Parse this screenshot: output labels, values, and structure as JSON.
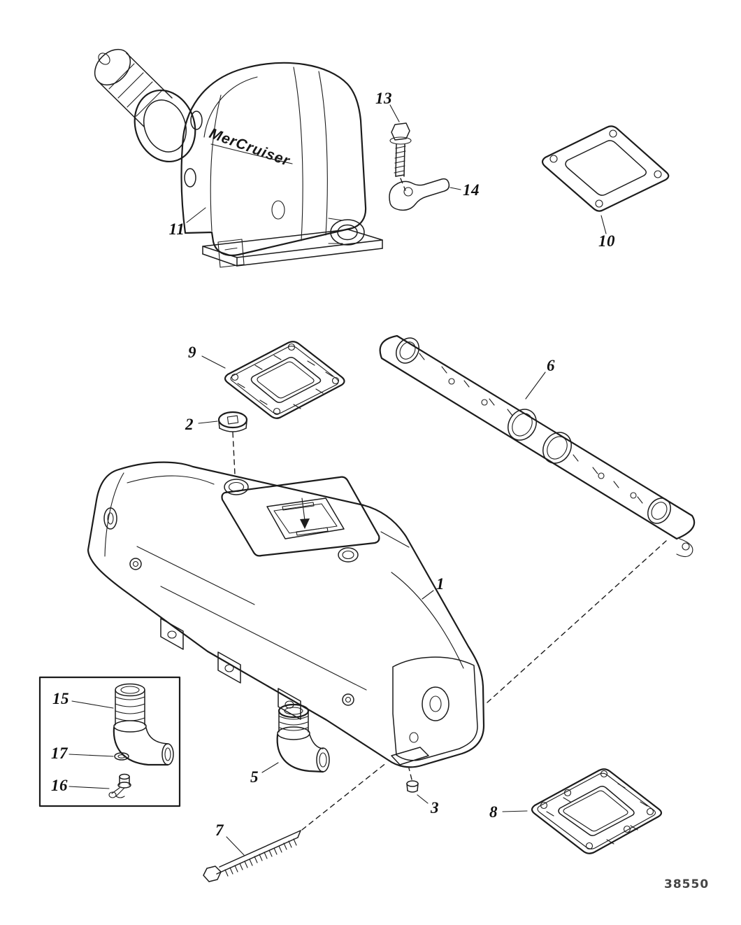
{
  "drawing_number": "38550",
  "logo_text": "MerCruiser",
  "callouts": [
    {
      "id": "13",
      "label": "13"
    },
    {
      "id": "14",
      "label": "14"
    },
    {
      "id": "10",
      "label": "10"
    },
    {
      "id": "11",
      "label": "11"
    },
    {
      "id": "9",
      "label": "9"
    },
    {
      "id": "2",
      "label": "2"
    },
    {
      "id": "6",
      "label": "6"
    },
    {
      "id": "1",
      "label": "1"
    },
    {
      "id": "15",
      "label": "15"
    },
    {
      "id": "17",
      "label": "17"
    },
    {
      "id": "16",
      "label": "16"
    },
    {
      "id": "5",
      "label": "5"
    },
    {
      "id": "3",
      "label": "3"
    },
    {
      "id": "7",
      "label": "7"
    },
    {
      "id": "8",
      "label": "8"
    }
  ],
  "colors": {
    "line": "#1c1c1c",
    "background": "#ffffff",
    "label": "#101010",
    "drawing_number": "#454545"
  }
}
